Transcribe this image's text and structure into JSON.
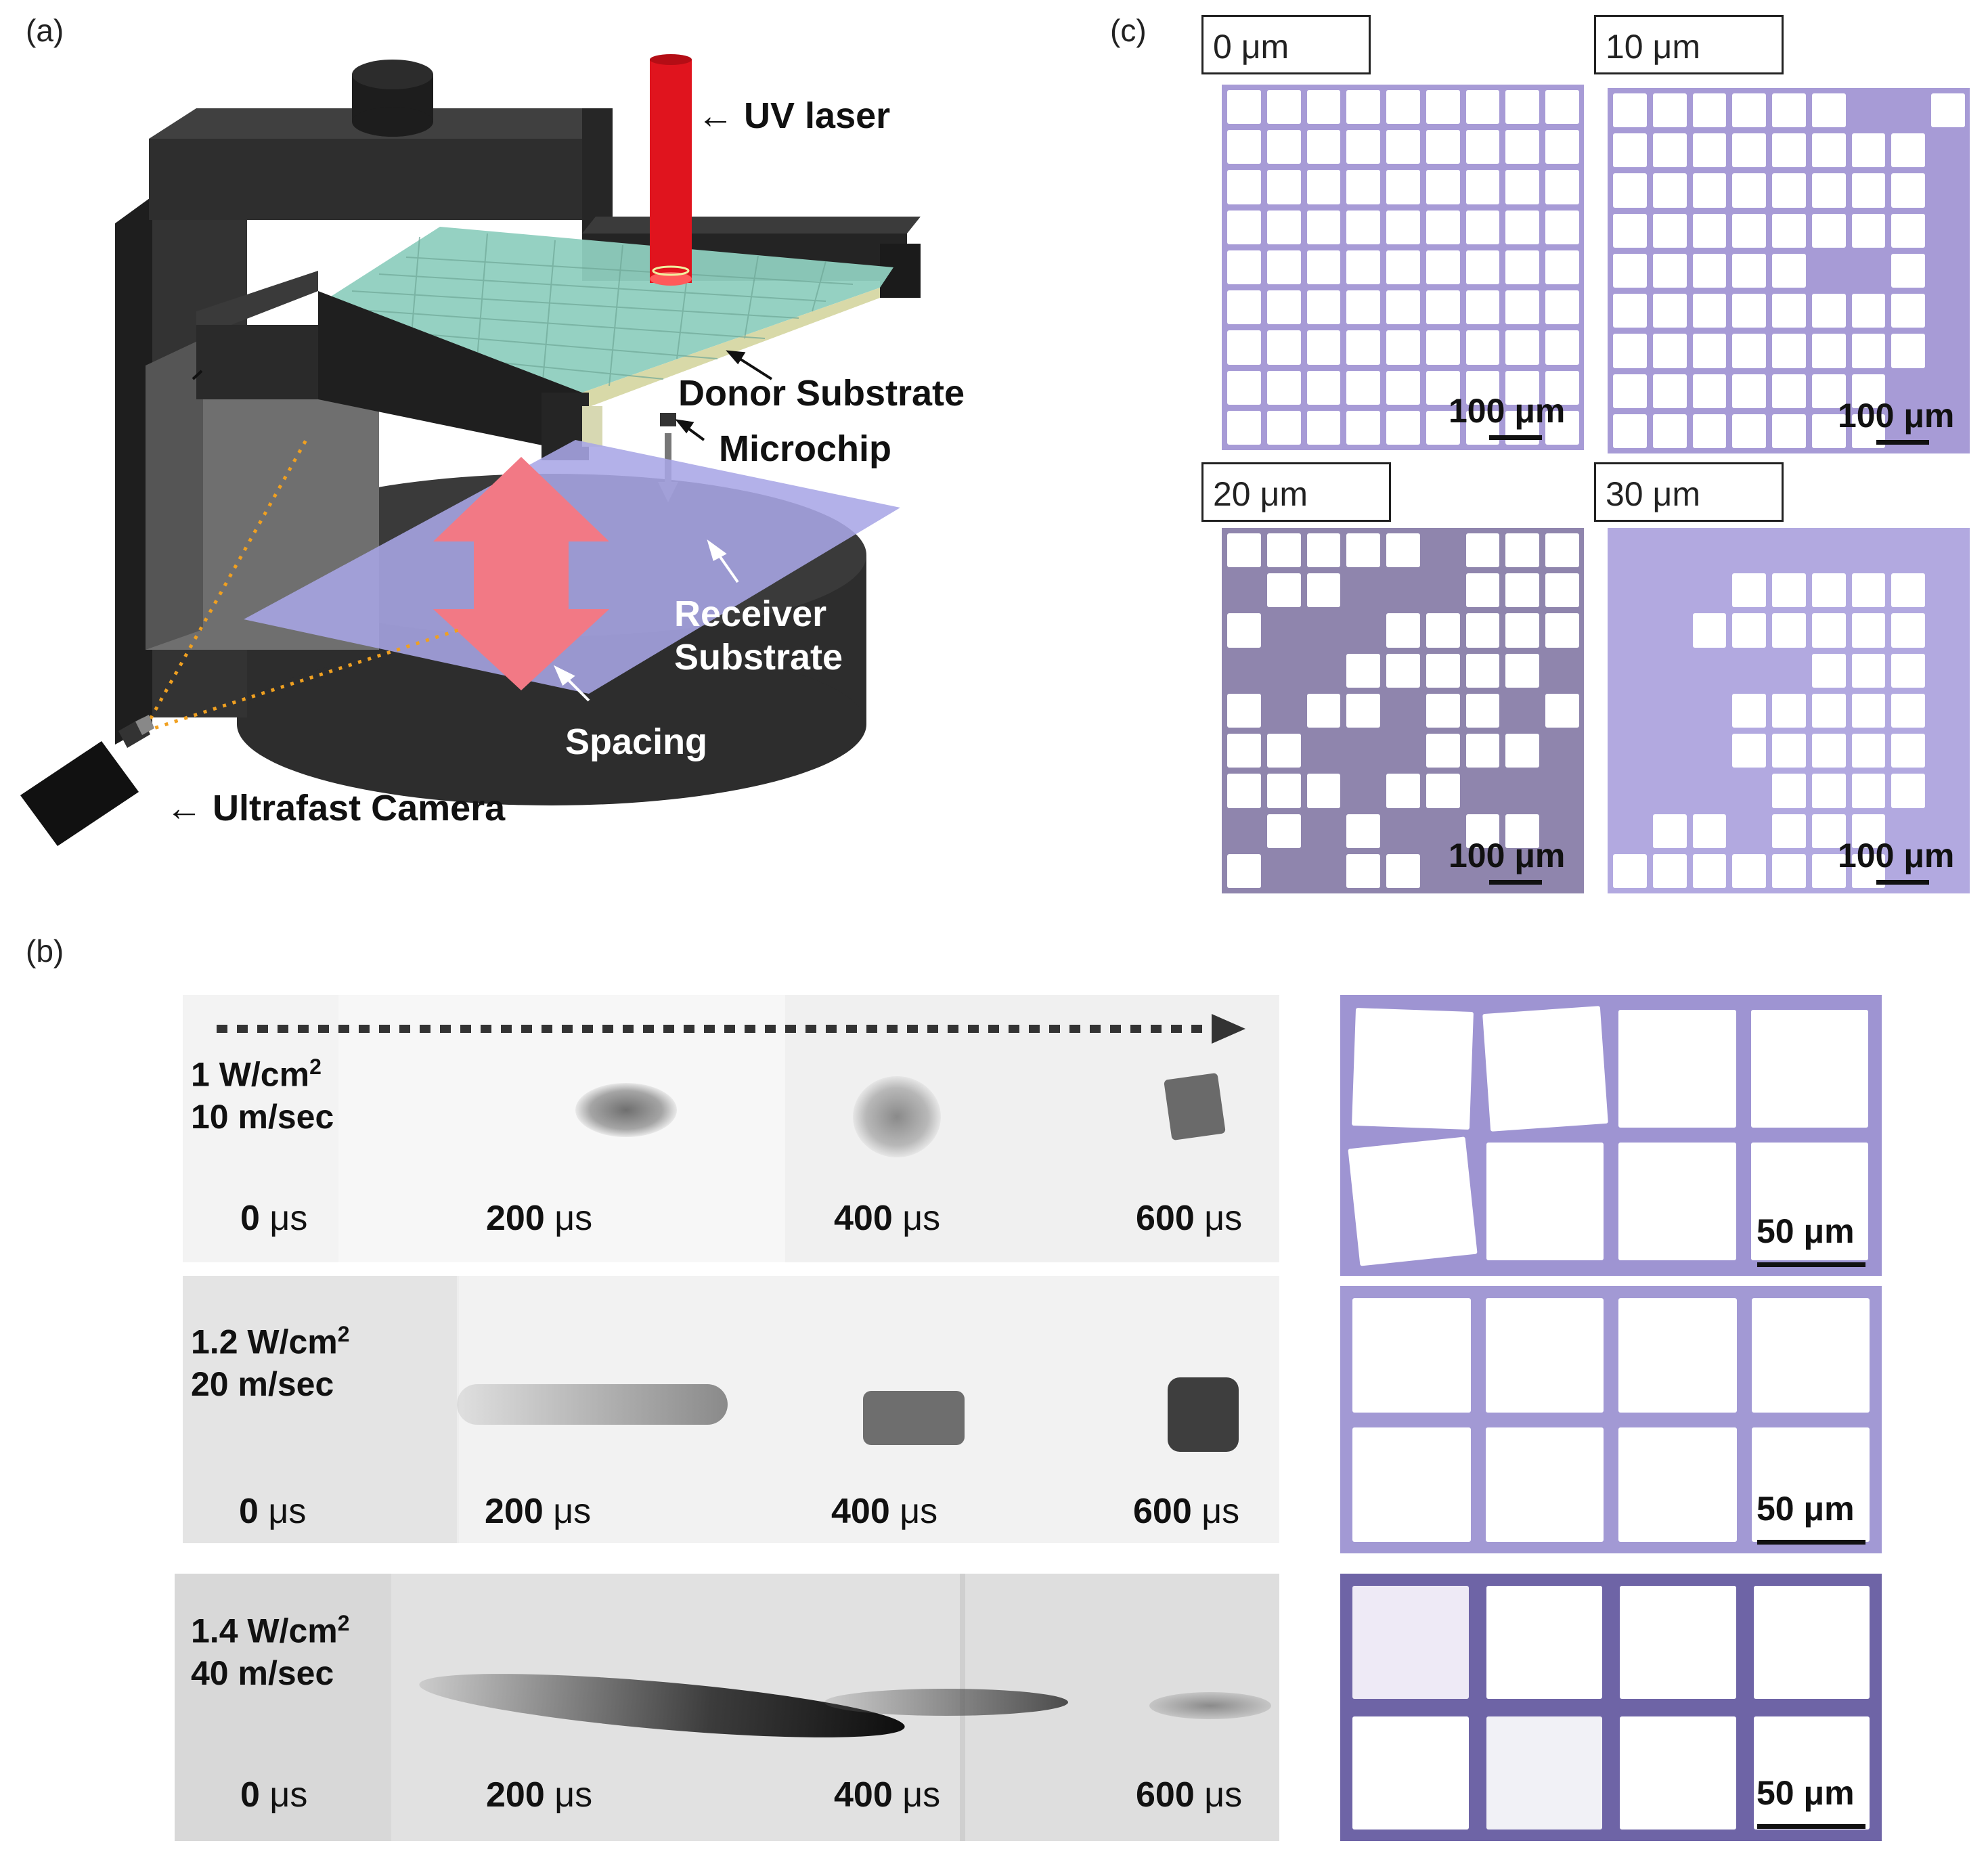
{
  "panels": {
    "a": "(a)",
    "b": "(b)",
    "c": "(c)"
  },
  "panel_a": {
    "labels": {
      "uv_laser": "UV laser",
      "donor_substrate": "Donor Substrate",
      "microchip": "Microchip",
      "receiver_substrate_line1": "Receiver",
      "receiver_substrate_line2": "Substrate",
      "spacing": "Spacing",
      "ultrafast_camera": "Ultrafast Camera"
    },
    "arrow_glyph": "←",
    "colors": {
      "frame": "#2b2b2b",
      "laser": "#e0141e",
      "donor": "#8fcfbf",
      "receiver": "#a9a6e6",
      "spacing_arrow": "#f27985",
      "camera_view": "#f0a020"
    }
  },
  "panel_c": {
    "images": [
      {
        "label": "0 μm",
        "scale": "100 μm"
      },
      {
        "label": "10 μm",
        "scale": "100 μm"
      },
      {
        "label": "20 μm",
        "scale": "100 μm"
      },
      {
        "label": "30 μm",
        "scale": "100 μm"
      }
    ]
  },
  "panel_b": {
    "rows": [
      {
        "power": "1 W/cm",
        "power_sup": "2",
        "speed": "10 m/sec",
        "times": [
          "0",
          "200",
          "400",
          "600"
        ],
        "scale": "50 μm"
      },
      {
        "power": "1.2 W/cm",
        "power_sup": "2",
        "speed": "20 m/sec",
        "times": [
          "0",
          "200",
          "400",
          "600"
        ],
        "scale": "50 μm"
      },
      {
        "power": "1.4 W/cm",
        "power_sup": "2",
        "speed": "40 m/sec",
        "times": [
          "0",
          "200",
          "400",
          "600"
        ],
        "scale": "50 μm"
      }
    ],
    "time_unit": "μs"
  }
}
